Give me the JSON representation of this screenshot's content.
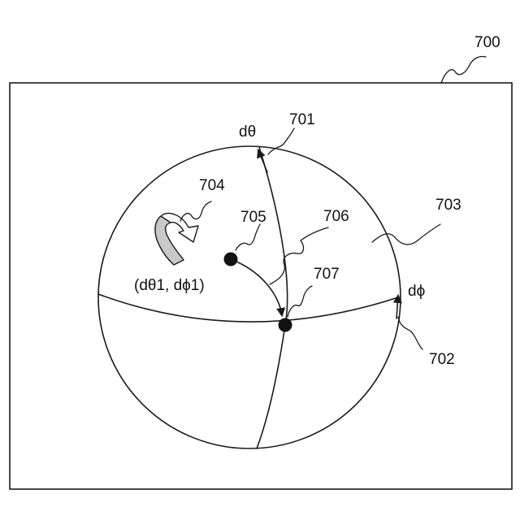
{
  "labels": {
    "frame": "700",
    "theta_axis": "701",
    "phi_axis": "702",
    "sphere": "703",
    "rotation_arrow": "704",
    "start_point": "705",
    "movement_path": "706",
    "end_point": "707"
  },
  "math": {
    "d_theta": "dθ",
    "d_phi": "dϕ",
    "rotation_pair": "(dθ1, dϕ1)"
  },
  "colors": {
    "line": "#1a1a1a",
    "arrow_fill": "#c8c8c8",
    "background": "#ffffff"
  }
}
